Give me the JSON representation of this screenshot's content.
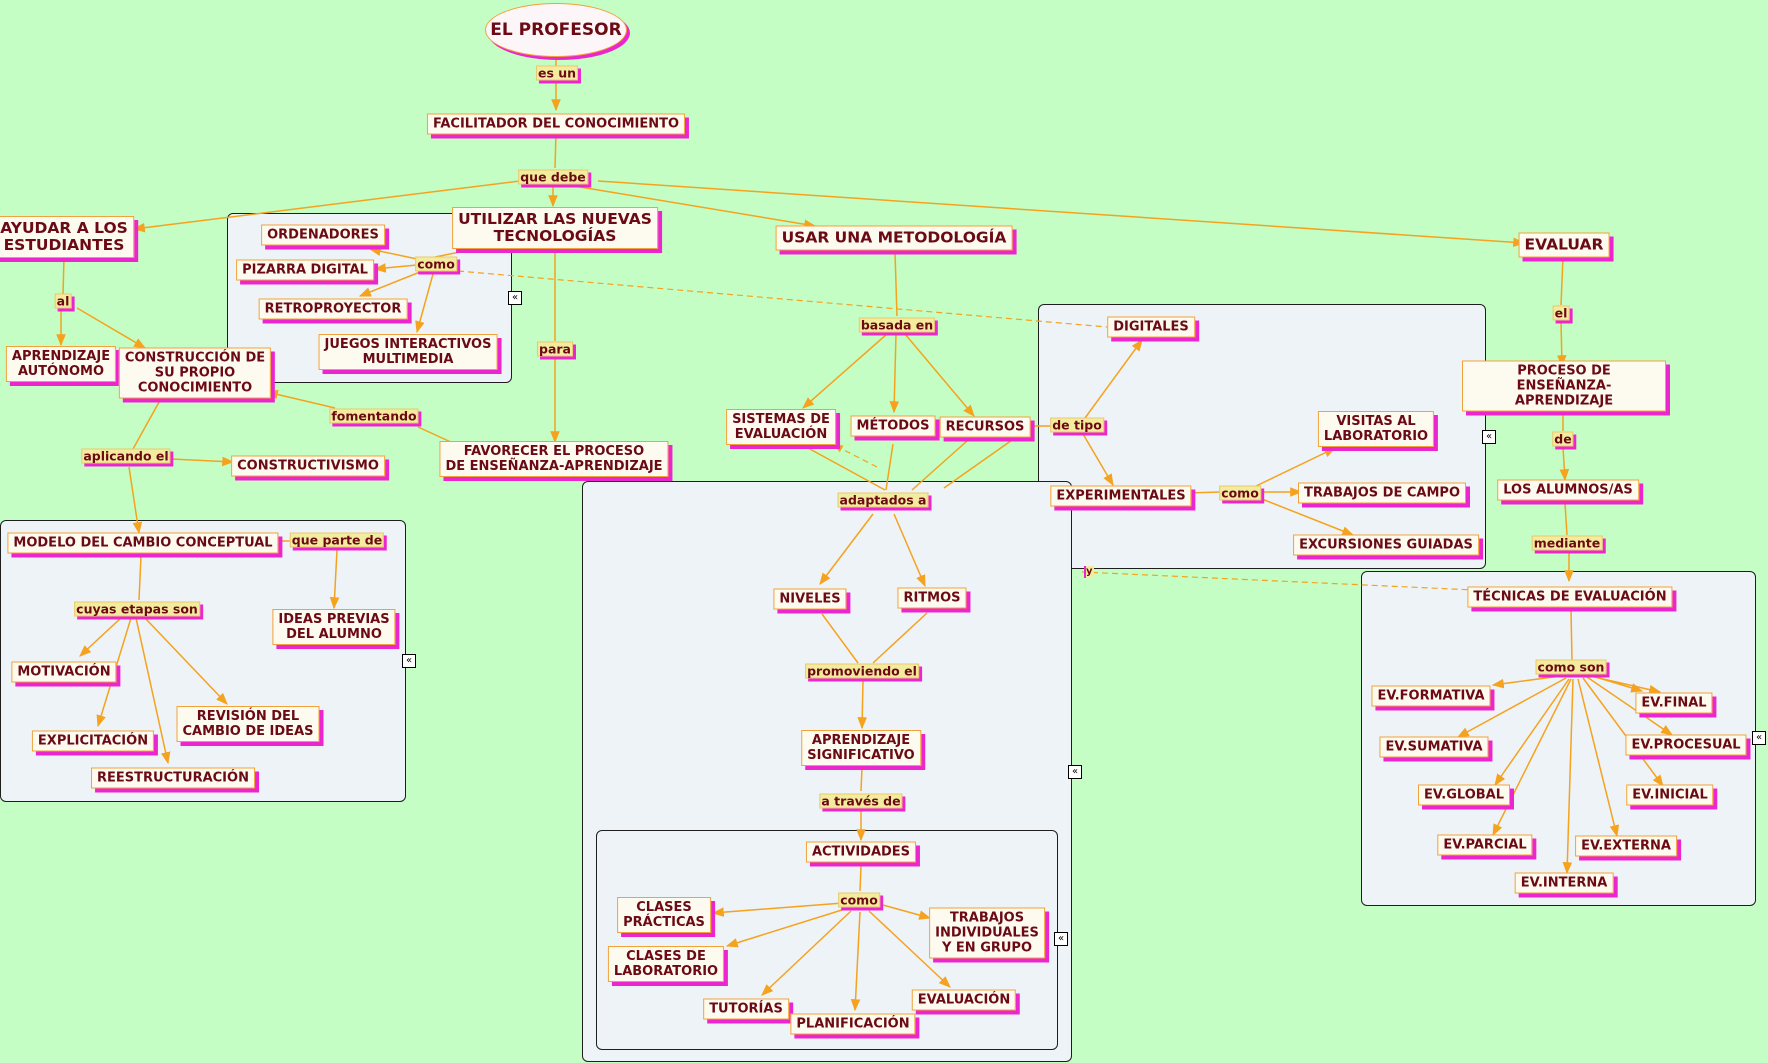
{
  "colors": {
    "background": "#c4fec4",
    "group_fill": "#edf3f6",
    "edge": "#f5a21e",
    "node_border": "#f2a23a",
    "shadow": "#ec26ce",
    "text": "#6b0a14"
  },
  "root": {
    "label": "EL PROFESOR"
  },
  "nodes": {
    "facilitador": "FACILITADOR DEL CONOCIMIENTO",
    "ayudar": "AYUDAR A LOS\nESTUDIANTES",
    "utilizar": "UTILIZAR LAS NUEVAS\nTECNOLOGÍAS",
    "usar": "USAR UNA METODOLOGÍA",
    "evaluar": "EVALUAR",
    "ordenadores": "ORDENADORES",
    "pizarra": "PIZARRA DIGITAL",
    "retro": "RETROPROYECTOR",
    "juegos": "JUEGOS INTERACTIVOS\nMULTIMEDIA",
    "aprendizaje_aut": "APRENDIZAJE\nAUTÓNOMO",
    "construccion": "CONSTRUCCIÓN DE\nSU PROPIO\nCONOCIMIENTO",
    "constructivismo": "CONSTRUCTIVISMO",
    "favorecer": "FAVORECER EL PROCESO\nDE ENSEÑANZA-APRENDIZAJE",
    "sistemas": "SISTEMAS DE\nEVALUACIÓN",
    "metodos": "MÉTODOS",
    "recursos": "RECURSOS",
    "digitales": "DIGITALES",
    "experimentales": "EXPERIMENTALES",
    "visitas": "VISITAS AL\nLABORATORIO",
    "trabajos_campo": "TRABAJOS DE CAMPO",
    "excursiones": "EXCURSIONES GUIADAS",
    "proceso": "PROCESO DE\nENSEÑANZA-APRENDIZAJE",
    "alumnos": "LOS ALUMNOS/AS",
    "tecnicas": "TÉCNICAS DE EVALUACIÓN",
    "modelo": "MODELO DEL CAMBIO CONCEPTUAL",
    "ideas": "IDEAS PREVIAS\nDEL ALUMNO",
    "motivacion": "MOTIVACIÓN",
    "explicitacion": "EXPLICITACIÓN",
    "revision": "REVISIÓN DEL\nCAMBIO DE IDEAS",
    "reestructuracion": "REESTRUCTURACIÓN",
    "niveles": "NIVELES",
    "ritmos": "RITMOS",
    "significativo": "APRENDIZAJE\nSIGNIFICATIVO",
    "actividades": "ACTIVIDADES",
    "clases_prac": "CLASES\nPRÁCTICAS",
    "clases_lab": "CLASES DE\nLABORATORIO",
    "tutorias": "TUTORÍAS",
    "planificacion": "PLANIFICACIÓN",
    "evaluacion": "EVALUACIÓN",
    "trabajos_ind": "TRABAJOS\nINDIVIDUALES\nY EN GRUPO",
    "ev_formativa": "EV.FORMATIVA",
    "ev_final": "EV.FINAL",
    "ev_sumativa": "EV.SUMATIVA",
    "ev_procesual": "EV.PROCESUAL",
    "ev_global": "EV.GLOBAL",
    "ev_inicial": "EV.INICIAL",
    "ev_parcial": "EV.PARCIAL",
    "ev_externa": "EV.EXTERNA",
    "ev_interna": "EV.INTERNA"
  },
  "links": {
    "es_un": "es un",
    "que_debe": "que debe",
    "como_tec": "como",
    "al": "al",
    "para": "para",
    "basada_en": "basada en",
    "el": "el",
    "de": "de",
    "mediante": "mediante",
    "de_tipo": "de tipo",
    "como_exp": "como",
    "fomentando": "fomentando",
    "aplicando_el": "aplicando el",
    "que_parte_de": "que parte de",
    "cuyas_etapas": "cuyas etapas son",
    "adaptados_a": "adaptados a",
    "promoviendo": "promoviendo el",
    "a_traves": "a través de",
    "como_act": "como",
    "como_son": "como son"
  },
  "markers": {
    "y_marker": "y"
  },
  "group_icon": "«"
}
